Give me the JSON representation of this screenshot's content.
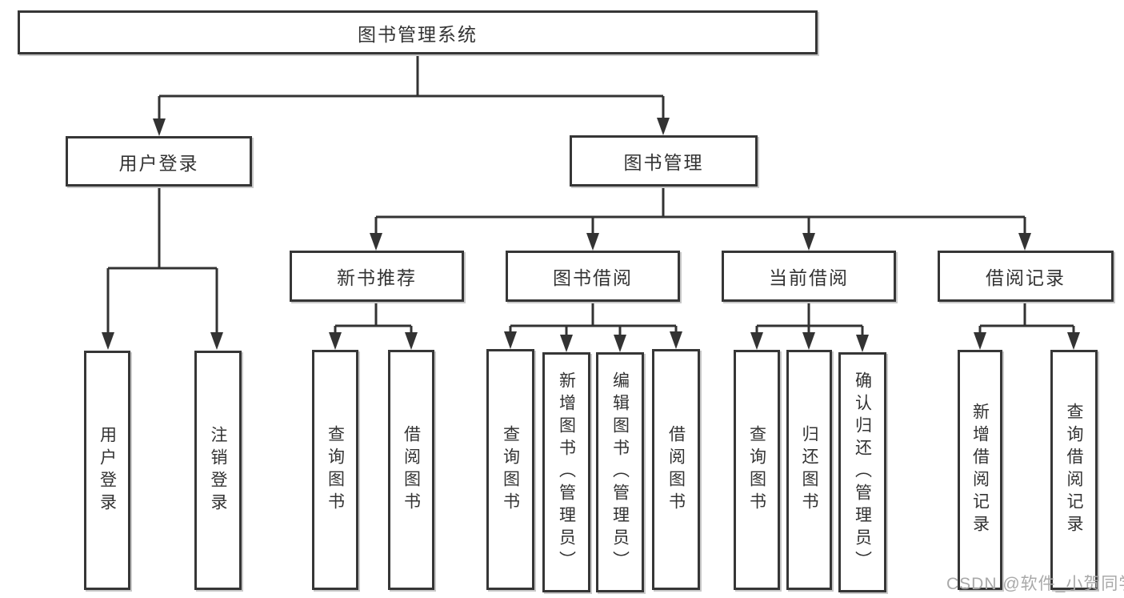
{
  "diagram": {
    "type": "hierarchy-tree",
    "title": "图书管理系统"
  },
  "nodes": {
    "root": {
      "label": "图书管理系统"
    },
    "user_login": {
      "label": "用户登录"
    },
    "book_mgmt": {
      "label": "图书管理"
    },
    "new_book_rec": {
      "label": "新书推荐"
    },
    "book_borrow": {
      "label": "图书借阅"
    },
    "current_borrow": {
      "label": "当前借阅"
    },
    "borrow_records": {
      "label": "借阅记录"
    },
    "login": {
      "label": "用户登录"
    },
    "logout": {
      "label": "注销登录"
    },
    "nbr_query": {
      "label": "查询图书"
    },
    "nbr_borrow": {
      "label": "借阅图书"
    },
    "bb_query": {
      "label": "查询图书"
    },
    "bb_add": {
      "label": "新增图书（管理员）"
    },
    "bb_edit": {
      "label": "编辑图书（管理员）"
    },
    "bb_borrow": {
      "label": "借阅图书"
    },
    "cb_query": {
      "label": "查询图书"
    },
    "cb_return": {
      "label": "归还图书"
    },
    "cb_confirm": {
      "label": "确认归还（管理员）"
    },
    "br_add": {
      "label": "新增借阅记录"
    },
    "br_query": {
      "label": "查询借阅记录"
    }
  },
  "edges": [
    {
      "from": "图书管理系统",
      "to": "用户登录"
    },
    {
      "from": "图书管理系统",
      "to": "图书管理"
    },
    {
      "from": "用户登录",
      "to": "用户登录"
    },
    {
      "from": "用户登录",
      "to": "注销登录"
    },
    {
      "from": "图书管理",
      "to": "新书推荐"
    },
    {
      "from": "图书管理",
      "to": "图书借阅"
    },
    {
      "from": "图书管理",
      "to": "当前借阅"
    },
    {
      "from": "图书管理",
      "to": "借阅记录"
    },
    {
      "from": "新书推荐",
      "to": "查询图书"
    },
    {
      "from": "新书推荐",
      "to": "借阅图书"
    },
    {
      "from": "图书借阅",
      "to": "查询图书"
    },
    {
      "from": "图书借阅",
      "to": "新增图书（管理员）"
    },
    {
      "from": "图书借阅",
      "to": "编辑图书（管理员）"
    },
    {
      "from": "图书借阅",
      "to": "借阅图书"
    },
    {
      "from": "当前借阅",
      "to": "查询图书"
    },
    {
      "from": "当前借阅",
      "to": "归还图书"
    },
    {
      "from": "当前借阅",
      "to": "确认归还（管理员）"
    },
    {
      "from": "借阅记录",
      "to": "新增借阅记录"
    },
    {
      "from": "借阅记录",
      "to": "查询借阅记录"
    }
  ],
  "watermark": {
    "text": "CSDN @软件_小贺同学"
  },
  "colors": {
    "line": "#333333",
    "text": "#333333",
    "box_background": "#ffffff",
    "box_border": "#363636",
    "watermark": "#a9a9a9"
  }
}
